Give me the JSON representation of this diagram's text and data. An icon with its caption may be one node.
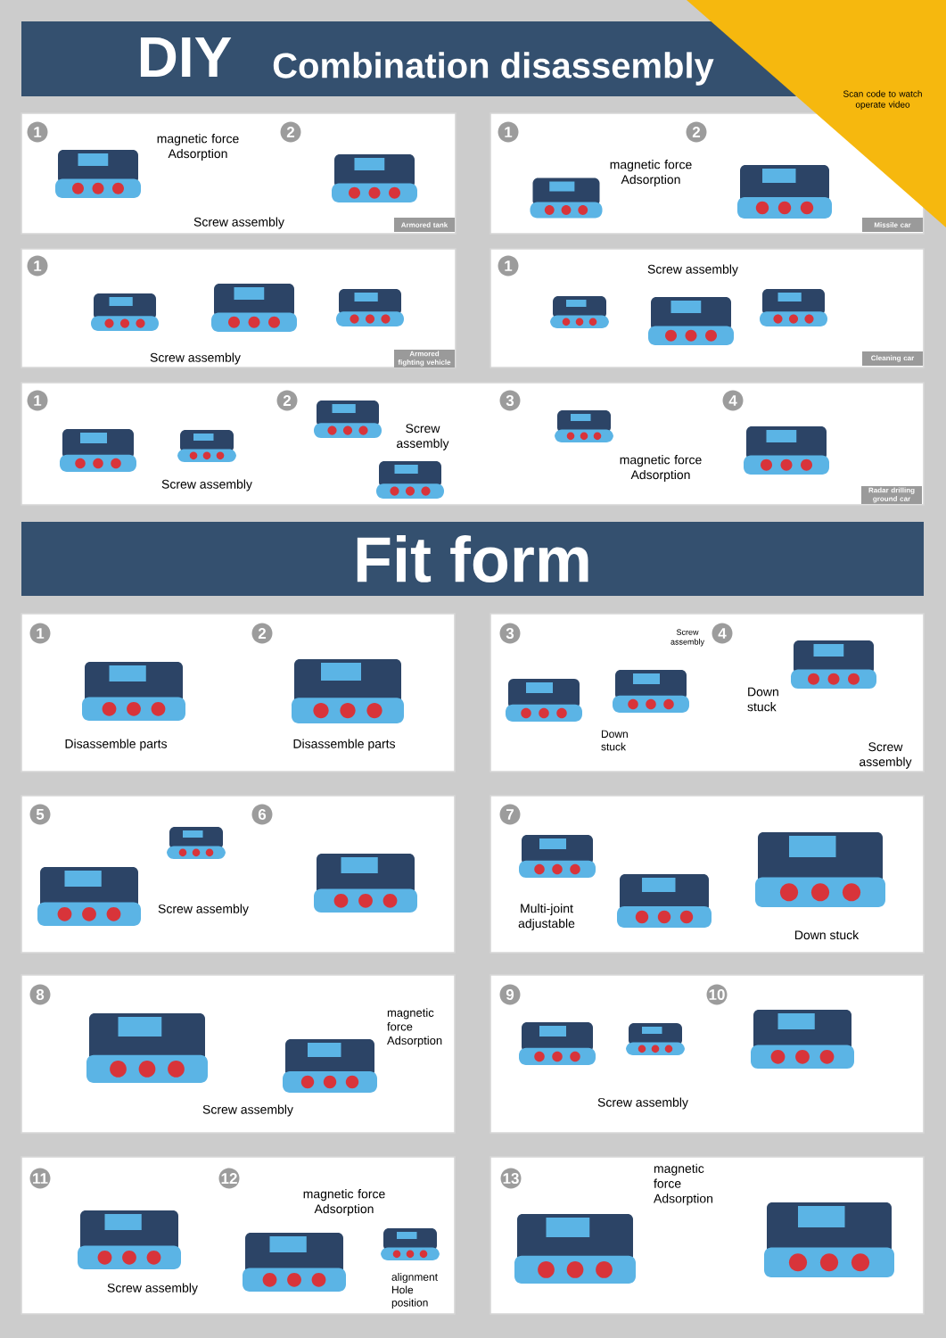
{
  "diagram": {
    "nodes": [
      {
        "text": [
          "DIY",
          "Combination disassembly"
        ]
      },
      {
        "text": [
          "Scan code to watch operate video"
        ]
      },
      {
        "text": [
          "magnetic force Adsorption",
          "Screw assembly"
        ]
      },
      {
        "text": [
          "1"
        ],
        "in": 2
      },
      {
        "text": [
          "2"
        ],
        "in": 2
      },
      {
        "text": [
          "Armored tank"
        ],
        "in": 2
      },
      {
        "text": [
          "magnetic force Adsorption"
        ]
      },
      {
        "text": [
          "1"
        ],
        "in": 6
      },
      {
        "text": [
          "2"
        ],
        "in": 6
      },
      {
        "text": [
          "Missile car"
        ],
        "in": 6
      },
      {
        "text": [
          "Screw assembly"
        ]
      },
      {
        "text": [
          "1"
        ],
        "in": 10
      },
      {
        "text": [
          "Armored fighting vehicle"
        ],
        "in": 10
      },
      {
        "text": [
          "Screw assembly"
        ]
      },
      {
        "text": [
          "1"
        ],
        "in": 13
      },
      {
        "text": [
          "Cleaning car"
        ],
        "in": 13
      },
      {
        "text": [
          "Screw assembly",
          "Screw assembly",
          "magnetic force Adsorption"
        ]
      },
      {
        "text": [
          "1"
        ],
        "in": 16
      },
      {
        "text": [
          "2"
        ],
        "in": 16
      },
      {
        "text": [
          "3"
        ],
        "in": 16
      },
      {
        "text": [
          "4"
        ],
        "in": 16
      },
      {
        "text": [
          "Radar drilling ground car"
        ],
        "in": 16
      },
      {
        "text": [
          "Fit form"
        ]
      },
      {
        "text": [
          "Disassemble parts",
          "Disassemble parts"
        ]
      },
      {
        "text": [
          "1"
        ],
        "in": 23
      },
      {
        "text": [
          "2"
        ],
        "in": 23
      },
      {
        "text": [
          "Screw assembly",
          "Down stuck",
          "Down stuck",
          "Screw assembly"
        ]
      },
      {
        "text": [
          "3"
        ],
        "in": 26
      },
      {
        "text": [
          "4"
        ],
        "in": 26
      },
      {
        "text": [
          "Screw assembly"
        ]
      },
      {
        "text": [
          "5"
        ],
        "in": 29
      },
      {
        "text": [
          "6"
        ],
        "in": 29
      },
      {
        "text": [
          "Multi-joint adjustable",
          "Down stuck"
        ]
      },
      {
        "text": [
          "7"
        ],
        "in": 32
      },
      {
        "text": [
          "magnetic force Adsorption",
          "Screw assembly"
        ]
      },
      {
        "text": [
          "8"
        ],
        "in": 34
      },
      {
        "text": [
          "Screw assembly"
        ]
      },
      {
        "text": [
          "9"
        ],
        "in": 36
      },
      {
        "text": [
          "10"
        ],
        "in": 36
      },
      {
        "text": [
          "Screw assembly",
          "magnetic force Adsorption",
          "alignment Hole position"
        ]
      },
      {
        "text": [
          "11"
        ],
        "in": 39
      },
      {
        "text": [
          "12"
        ],
        "in": 39
      },
      {
        "text": [
          "magnetic force Adsorption"
        ]
      },
      {
        "text": [
          "13"
        ],
        "in": 42
      }
    ]
  }
}
